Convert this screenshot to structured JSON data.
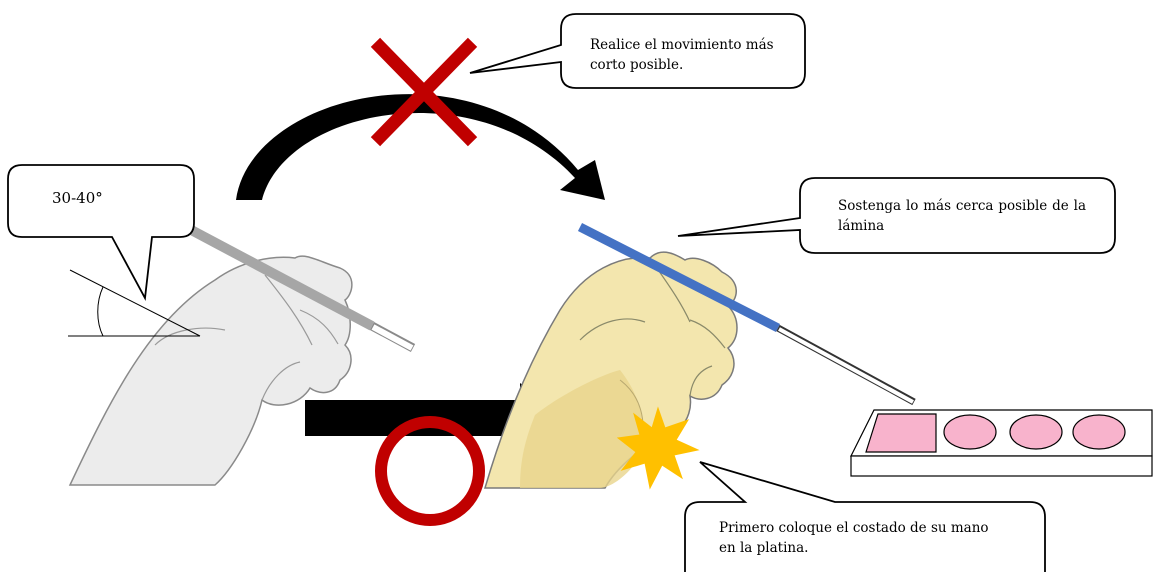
{
  "callouts": {
    "angle": "30-40°",
    "shortest_movement": "Realice el movimiento más corto posible.",
    "hold_near": "Sostenga lo más cerca posible de la lámina",
    "hand_first": "Primero coloque el costado de su mano en la platina."
  },
  "marks": {
    "wrong_symbol": "cross-mark",
    "right_symbol": "circle-mark"
  },
  "colors": {
    "cross": "#c00000",
    "circle": "#c00000",
    "pen_blue": "#4472c4",
    "glove": "#f3e6ae",
    "glove_shadow": "#e8d58c",
    "bare_hand": "#ececec",
    "well": "#f8b3cc",
    "star": "#ffc000"
  }
}
